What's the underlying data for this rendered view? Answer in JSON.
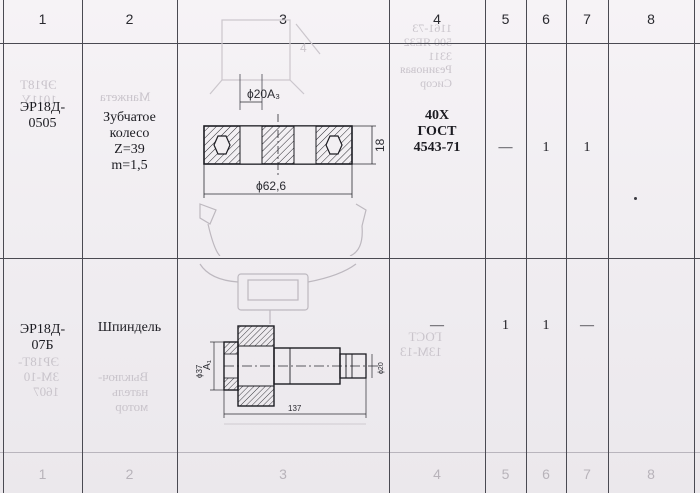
{
  "headers": [
    "1",
    "2",
    "3",
    "4",
    "5",
    "6",
    "7",
    "8"
  ],
  "rows": [
    {
      "designation": "ЭР18Д-\n0505",
      "name": "Зубчатое\nколесо\nZ=39\nm=1,5",
      "material": "40Х\nГОСТ\n4543-71",
      "c5": "—",
      "c6": "1",
      "c7": "1",
      "c8": "",
      "drawing_labels": {
        "inner_dia": "ϕ20A₃",
        "outer_dia": "ϕ62,6",
        "height": "18"
      }
    },
    {
      "designation": "ЭР18Д-\n07Б",
      "name": "Шпиндель",
      "material": "—",
      "c5": "1",
      "c6": "1",
      "c7": "—",
      "c8": "",
      "drawing_labels": {
        "dim_a": "A₁",
        "dim_b": "ϕ37",
        "dim_c": "ϕ20",
        "dim_len": "137"
      }
    }
  ],
  "footer": [
    "1",
    "2",
    "3",
    "4",
    "5",
    "6",
    "7",
    "8"
  ]
}
